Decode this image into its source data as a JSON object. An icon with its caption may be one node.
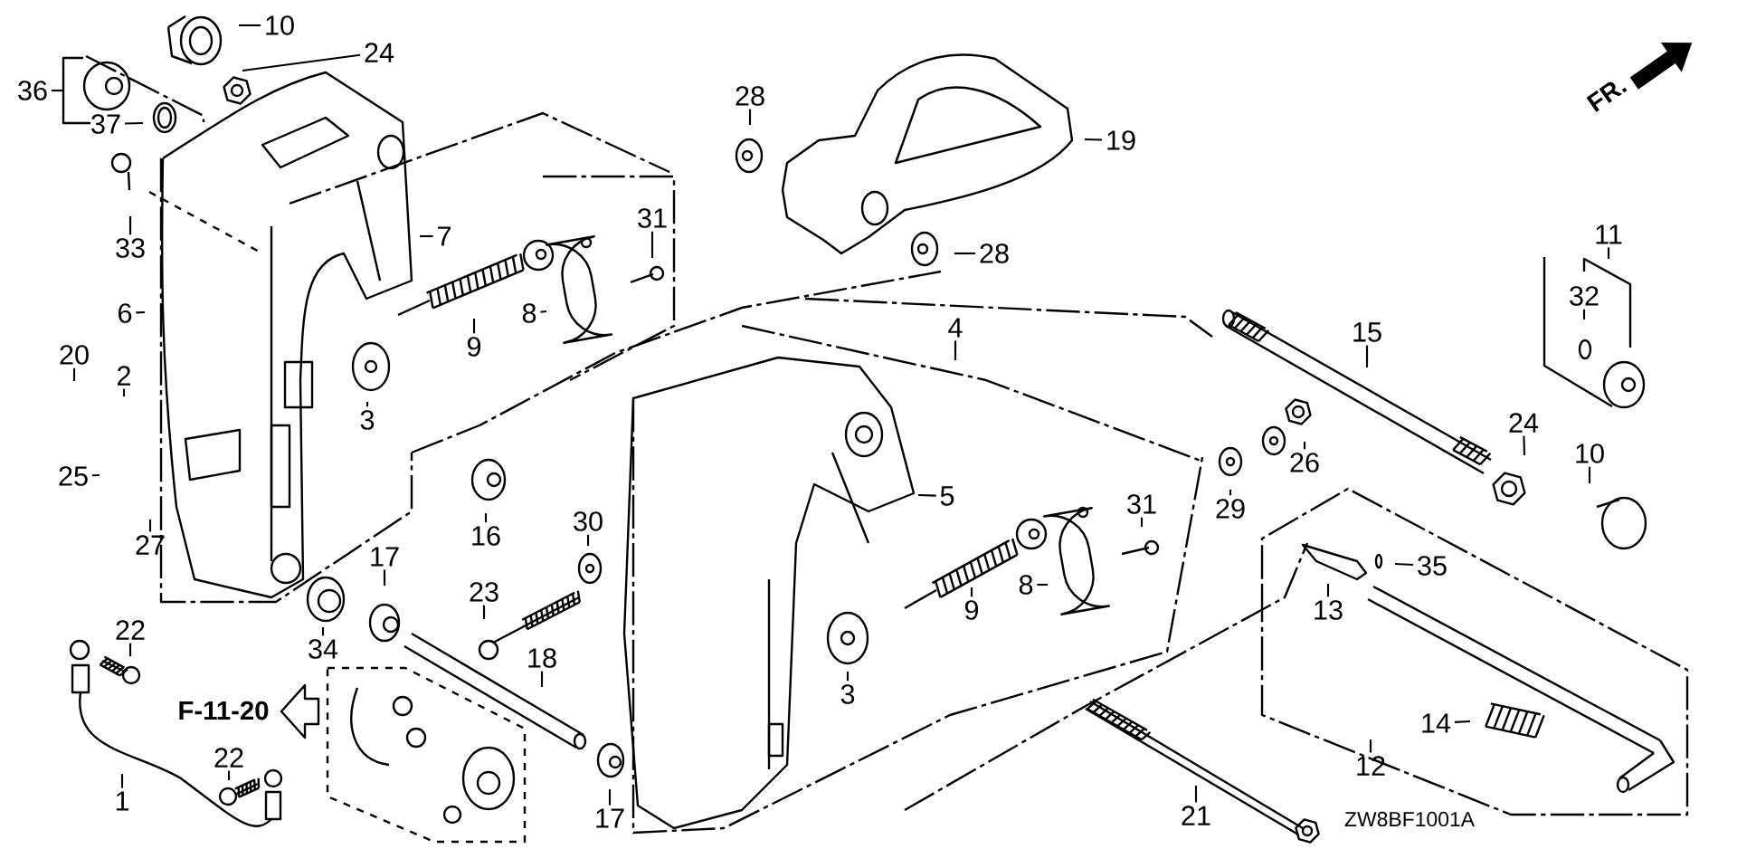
{
  "diagram": {
    "nodes": [
      {
        "text": [
          "10"
        ]
      },
      {
        "text": [
          "24"
        ]
      },
      {
        "text": [
          "36"
        ]
      },
      {
        "text": [
          "28"
        ]
      },
      {
        "text": [
          "37"
        ]
      },
      {
        "text": [
          "19"
        ]
      },
      {
        "text": [
          "31"
        ]
      },
      {
        "text": [
          "7"
        ]
      },
      {
        "text": [
          "11"
        ]
      },
      {
        "text": [
          "33"
        ]
      },
      {
        "text": [
          "28"
        ]
      },
      {
        "text": [
          "32"
        ]
      },
      {
        "text": [
          "6"
        ]
      },
      {
        "text": [
          "8"
        ]
      },
      {
        "text": [
          "4"
        ]
      },
      {
        "text": [
          "15"
        ]
      },
      {
        "text": [
          "9"
        ]
      },
      {
        "text": [
          "20"
        ]
      },
      {
        "text": [
          "2"
        ]
      },
      {
        "text": [
          "3"
        ]
      },
      {
        "text": [
          "24"
        ]
      },
      {
        "text": [
          "10"
        ]
      },
      {
        "text": [
          "26"
        ]
      },
      {
        "text": [
          "25"
        ]
      },
      {
        "text": [
          "5"
        ]
      },
      {
        "text": [
          "31"
        ]
      },
      {
        "text": [
          "29"
        ]
      },
      {
        "text": [
          "30"
        ]
      },
      {
        "text": [
          "16"
        ]
      },
      {
        "text": [
          "27"
        ]
      },
      {
        "text": [
          "17"
        ]
      },
      {
        "text": [
          "35"
        ]
      },
      {
        "text": [
          "8"
        ]
      },
      {
        "text": [
          "23"
        ]
      },
      {
        "text": [
          "9"
        ]
      },
      {
        "text": [
          "13"
        ]
      },
      {
        "text": [
          "22"
        ]
      },
      {
        "text": [
          "34"
        ]
      },
      {
        "text": [
          "18"
        ]
      },
      {
        "text": [
          "3"
        ]
      },
      {
        "text": [
          "14"
        ]
      },
      {
        "text": [
          "22"
        ]
      },
      {
        "text": [
          "12"
        ]
      },
      {
        "text": [
          "1"
        ]
      },
      {
        "text": [
          "21"
        ]
      },
      {
        "text": [
          "17"
        ]
      }
    ],
    "edges": [
      {
        "from": 0,
        "to": null,
        "arrow": "none"
      },
      {
        "from": 1,
        "to": null,
        "arrow": "none"
      },
      {
        "from": 2,
        "to": null,
        "arrow": "none"
      },
      {
        "from": 3,
        "to": null,
        "arrow": "none"
      },
      {
        "from": 4,
        "to": null,
        "arrow": "none"
      },
      {
        "from": 5,
        "to": null,
        "arrow": "none"
      },
      {
        "from": 6,
        "to": null,
        "arrow": "none"
      },
      {
        "from": 7,
        "to": null,
        "arrow": "none"
      },
      {
        "from": 8,
        "to": null,
        "arrow": "none"
      },
      {
        "from": 9,
        "to": null,
        "arrow": "none"
      },
      {
        "from": 10,
        "to": null,
        "arrow": "none"
      },
      {
        "from": 11,
        "to": null,
        "arrow": "none"
      },
      {
        "from": 12,
        "to": null,
        "arrow": "none"
      },
      {
        "from": 13,
        "to": null,
        "arrow": "none"
      },
      {
        "from": 14,
        "to": null,
        "arrow": "none"
      },
      {
        "from": 15,
        "to": null,
        "arrow": "none"
      },
      {
        "from": 16,
        "to": null,
        "arrow": "none"
      },
      {
        "from": 17,
        "to": null,
        "arrow": "none"
      },
      {
        "from": 18,
        "to": null,
        "arrow": "none"
      },
      {
        "from": 19,
        "to": null,
        "arrow": "none"
      },
      {
        "from": 20,
        "to": null,
        "arrow": "none"
      },
      {
        "from": 21,
        "to": null,
        "arrow": "none"
      },
      {
        "from": 22,
        "to": null,
        "arrow": "none"
      },
      {
        "from": 23,
        "to": null,
        "arrow": "none"
      },
      {
        "from": 24,
        "to": null,
        "arrow": "none"
      },
      {
        "from": 25,
        "to": null,
        "arrow": "none"
      },
      {
        "from": 26,
        "to": null,
        "arrow": "none"
      },
      {
        "from": 27,
        "to": null,
        "arrow": "none"
      },
      {
        "from": 28,
        "to": null,
        "arrow": "none"
      },
      {
        "from": 29,
        "to": null,
        "arrow": "none"
      },
      {
        "from": 30,
        "to": null,
        "arrow": "none"
      },
      {
        "from": 31,
        "to": null,
        "arrow": "none"
      },
      {
        "from": 32,
        "to": null,
        "arrow": "none"
      },
      {
        "from": 33,
        "to": null,
        "arrow": "none"
      },
      {
        "from": 34,
        "to": null,
        "arrow": "none"
      },
      {
        "from": 35,
        "to": null,
        "arrow": "none"
      },
      {
        "from": 36,
        "to": null,
        "arrow": "none"
      },
      {
        "from": 37,
        "to": null,
        "arrow": "none"
      },
      {
        "from": 38,
        "to": null,
        "arrow": "none"
      },
      {
        "from": 39,
        "to": null,
        "arrow": "none"
      },
      {
        "from": 40,
        "to": null,
        "arrow": "none"
      },
      {
        "from": 41,
        "to": null,
        "arrow": "none"
      },
      {
        "from": 42,
        "to": null,
        "arrow": "none"
      },
      {
        "from": 43,
        "to": null,
        "arrow": "none"
      },
      {
        "from": 44,
        "to": null,
        "arrow": "none"
      },
      {
        "from": 45,
        "to": null,
        "arrow": "none"
      }
    ],
    "labels": [
      "FR.",
      "F-11-20",
      "ZW8BF1001A"
    ]
  }
}
